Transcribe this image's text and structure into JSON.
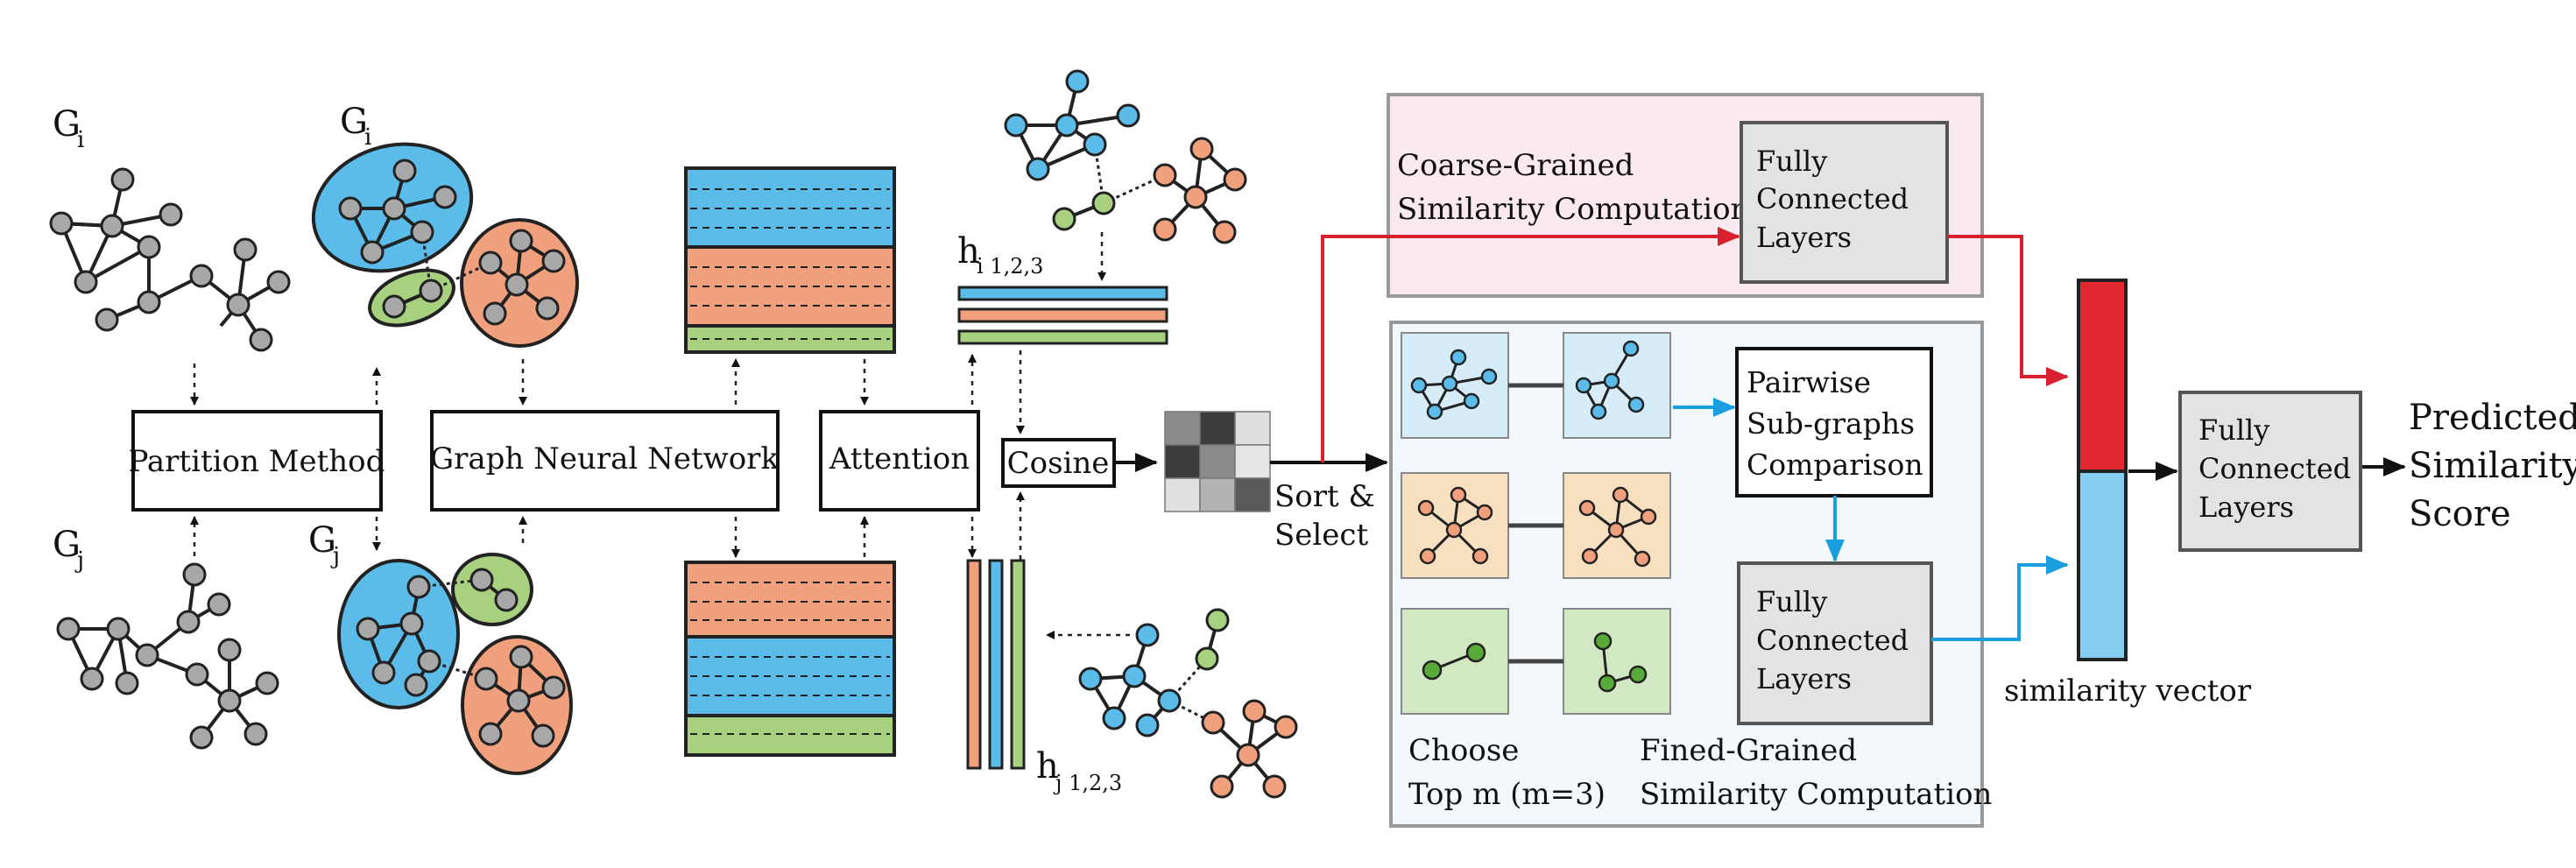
{
  "graph_labels": {
    "gi_left": {
      "base": "G",
      "sub": "i"
    },
    "gi_right": {
      "base": "G",
      "sub": "i"
    },
    "gj_left": {
      "base": "G",
      "sub": "j"
    },
    "gj_right": {
      "base": "G",
      "sub": "j"
    },
    "hi": {
      "base": "h",
      "sub": "i 1,2,3"
    },
    "hj": {
      "base": "h",
      "sub": "j 1,2,3"
    }
  },
  "boxes": {
    "partition": "Partition Method",
    "gnn": "Graph Neural Network",
    "attention": "Attention",
    "cosine": "Cosine",
    "coarse_fc": [
      "Fully",
      "Connected",
      "Layers"
    ],
    "pairwise": [
      "Pairwise",
      "Sub-graphs",
      "Comparison"
    ],
    "fine_fc": [
      "Fully",
      "Connected",
      "Layers"
    ],
    "final_fc": [
      "Fully",
      "Connected",
      "Layers"
    ]
  },
  "labels": {
    "sort_select": [
      "Sort &",
      "Select"
    ],
    "coarse": [
      "Coarse-Grained",
      "Similarity Computation"
    ],
    "fine": [
      "Fined-Grained",
      "Similarity Computation"
    ],
    "choose": [
      "Choose",
      "Top m (m=3)"
    ],
    "similarity_vector": "similarity vector",
    "predicted": [
      "Predicted",
      "Similarity",
      "Score"
    ]
  },
  "colors": {
    "blue": "#5bbcea",
    "orange": "#f0a07c",
    "green": "#a7d07f",
    "gray_node": "#a8a8a8",
    "red_arrow": "#d9202f",
    "blue_arrow": "#1a9ee0",
    "coarse_panel": "#fbe9f0",
    "fine_panel": "#f3f8fc",
    "vector_red": "#e0282e",
    "vector_blue": "#86cdf2"
  }
}
